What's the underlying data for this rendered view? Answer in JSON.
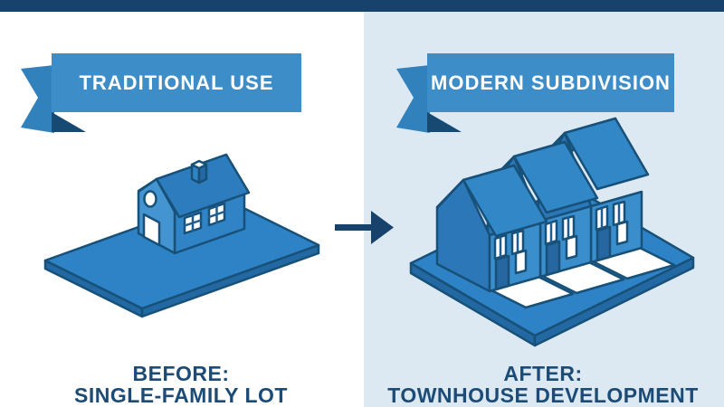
{
  "left_panel": {
    "banner_label": "TRADITIONAL USE",
    "caption_line1": "BEFORE:",
    "caption_line2": "SINGLE-FAMILY LOT",
    "illustration": "single-family-house-on-lot"
  },
  "right_panel": {
    "banner_label": "MODERN SUBDIVISION",
    "caption_line1": "AFTER:",
    "caption_line2": "TOWNHOUSE DEVELOPMENT",
    "illustration": "three-townhouses-with-driveways-on-lot"
  },
  "arrow": {
    "direction": "right"
  },
  "colors": {
    "topbar": "#17426b",
    "bgRight": "#dce9f3",
    "banner": "#3d8dc8",
    "tail": "#3181bd",
    "fold": "#174a72",
    "outline": "#175078",
    "mullion": "#1d5d92",
    "text": "#1c4b76",
    "lot": "#2e83c6",
    "lotSide": "#2268a3",
    "gableL": "#4394d1",
    "wallL": "#3083c4",
    "roofL": "#2d7cbd",
    "roofDark": "#2569a4",
    "gableT": "#2c77b8",
    "frontT": "#3b8ecc",
    "roofT": "#3287c7",
    "door": "#2667a1",
    "white": "#ffffff",
    "arrow": "#17426b"
  }
}
